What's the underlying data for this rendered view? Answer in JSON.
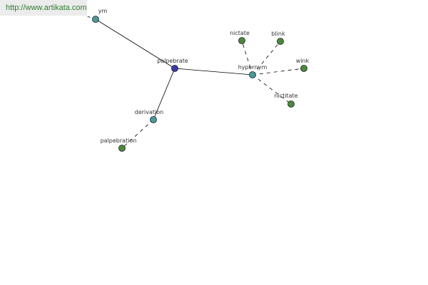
{
  "watermark": "http://www.artikata.com",
  "colors": {
    "central_node": "#3a3aa8",
    "relation_node": "#4a9a9a",
    "leaf_node": "#4a8a3c",
    "edge": "#000000",
    "watermark_text": "#2e7d2e",
    "watermark_bg": "#ececec"
  },
  "nodes": [
    {
      "id": "palpebrate",
      "label": "palpebrate",
      "kind": "central"
    },
    {
      "id": "synonym",
      "label": "ym",
      "kind": "relation"
    },
    {
      "id": "hypernym",
      "label": "hypernym",
      "kind": "relation"
    },
    {
      "id": "derivation",
      "label": "derivation",
      "kind": "relation"
    },
    {
      "id": "nictate1",
      "label": "nictate",
      "kind": "leaf"
    },
    {
      "id": "blink",
      "label": "blink",
      "kind": "leaf"
    },
    {
      "id": "wink",
      "label": "wink",
      "kind": "leaf"
    },
    {
      "id": "nictitate",
      "label": "nictitate",
      "kind": "leaf"
    },
    {
      "id": "palpebration",
      "label": "palpebration",
      "kind": "leaf"
    }
  ],
  "edges": [
    {
      "from": "palpebrate",
      "to": "synonym",
      "style": "solid"
    },
    {
      "from": "palpebrate",
      "to": "hypernym",
      "style": "solid"
    },
    {
      "from": "palpebrate",
      "to": "derivation",
      "style": "solid"
    },
    {
      "from": "hypernym",
      "to": "nictate1",
      "style": "dashed"
    },
    {
      "from": "hypernym",
      "to": "blink",
      "style": "dashed"
    },
    {
      "from": "hypernym",
      "to": "wink",
      "style": "dashed"
    },
    {
      "from": "hypernym",
      "to": "nictitate",
      "style": "dashed"
    },
    {
      "from": "derivation",
      "to": "palpebration",
      "style": "dashed"
    }
  ]
}
